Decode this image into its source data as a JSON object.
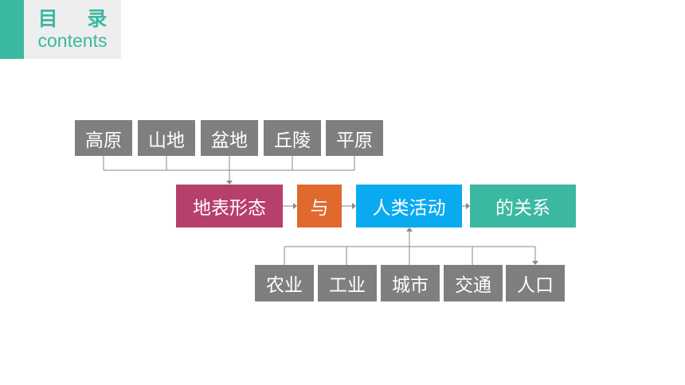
{
  "header": {
    "title": "目 录",
    "subtitle": "contents"
  },
  "top_row": [
    "高原",
    "山地",
    "盆地",
    "丘陵",
    "平原"
  ],
  "main_row": [
    "地表形态",
    "与",
    "人类活动",
    "的关系"
  ],
  "bottom_row": [
    "农业",
    "工业",
    "城市",
    "交通",
    "人口"
  ],
  "colors": {
    "accent": "#3bb8a0",
    "gray": "#7f7f7f",
    "landform": "#b73f6c",
    "conjunction": "#e06a2e",
    "human_activity": "#0aaaf0",
    "relation": "#3bb8a0",
    "connector": "#7f7f7f"
  }
}
